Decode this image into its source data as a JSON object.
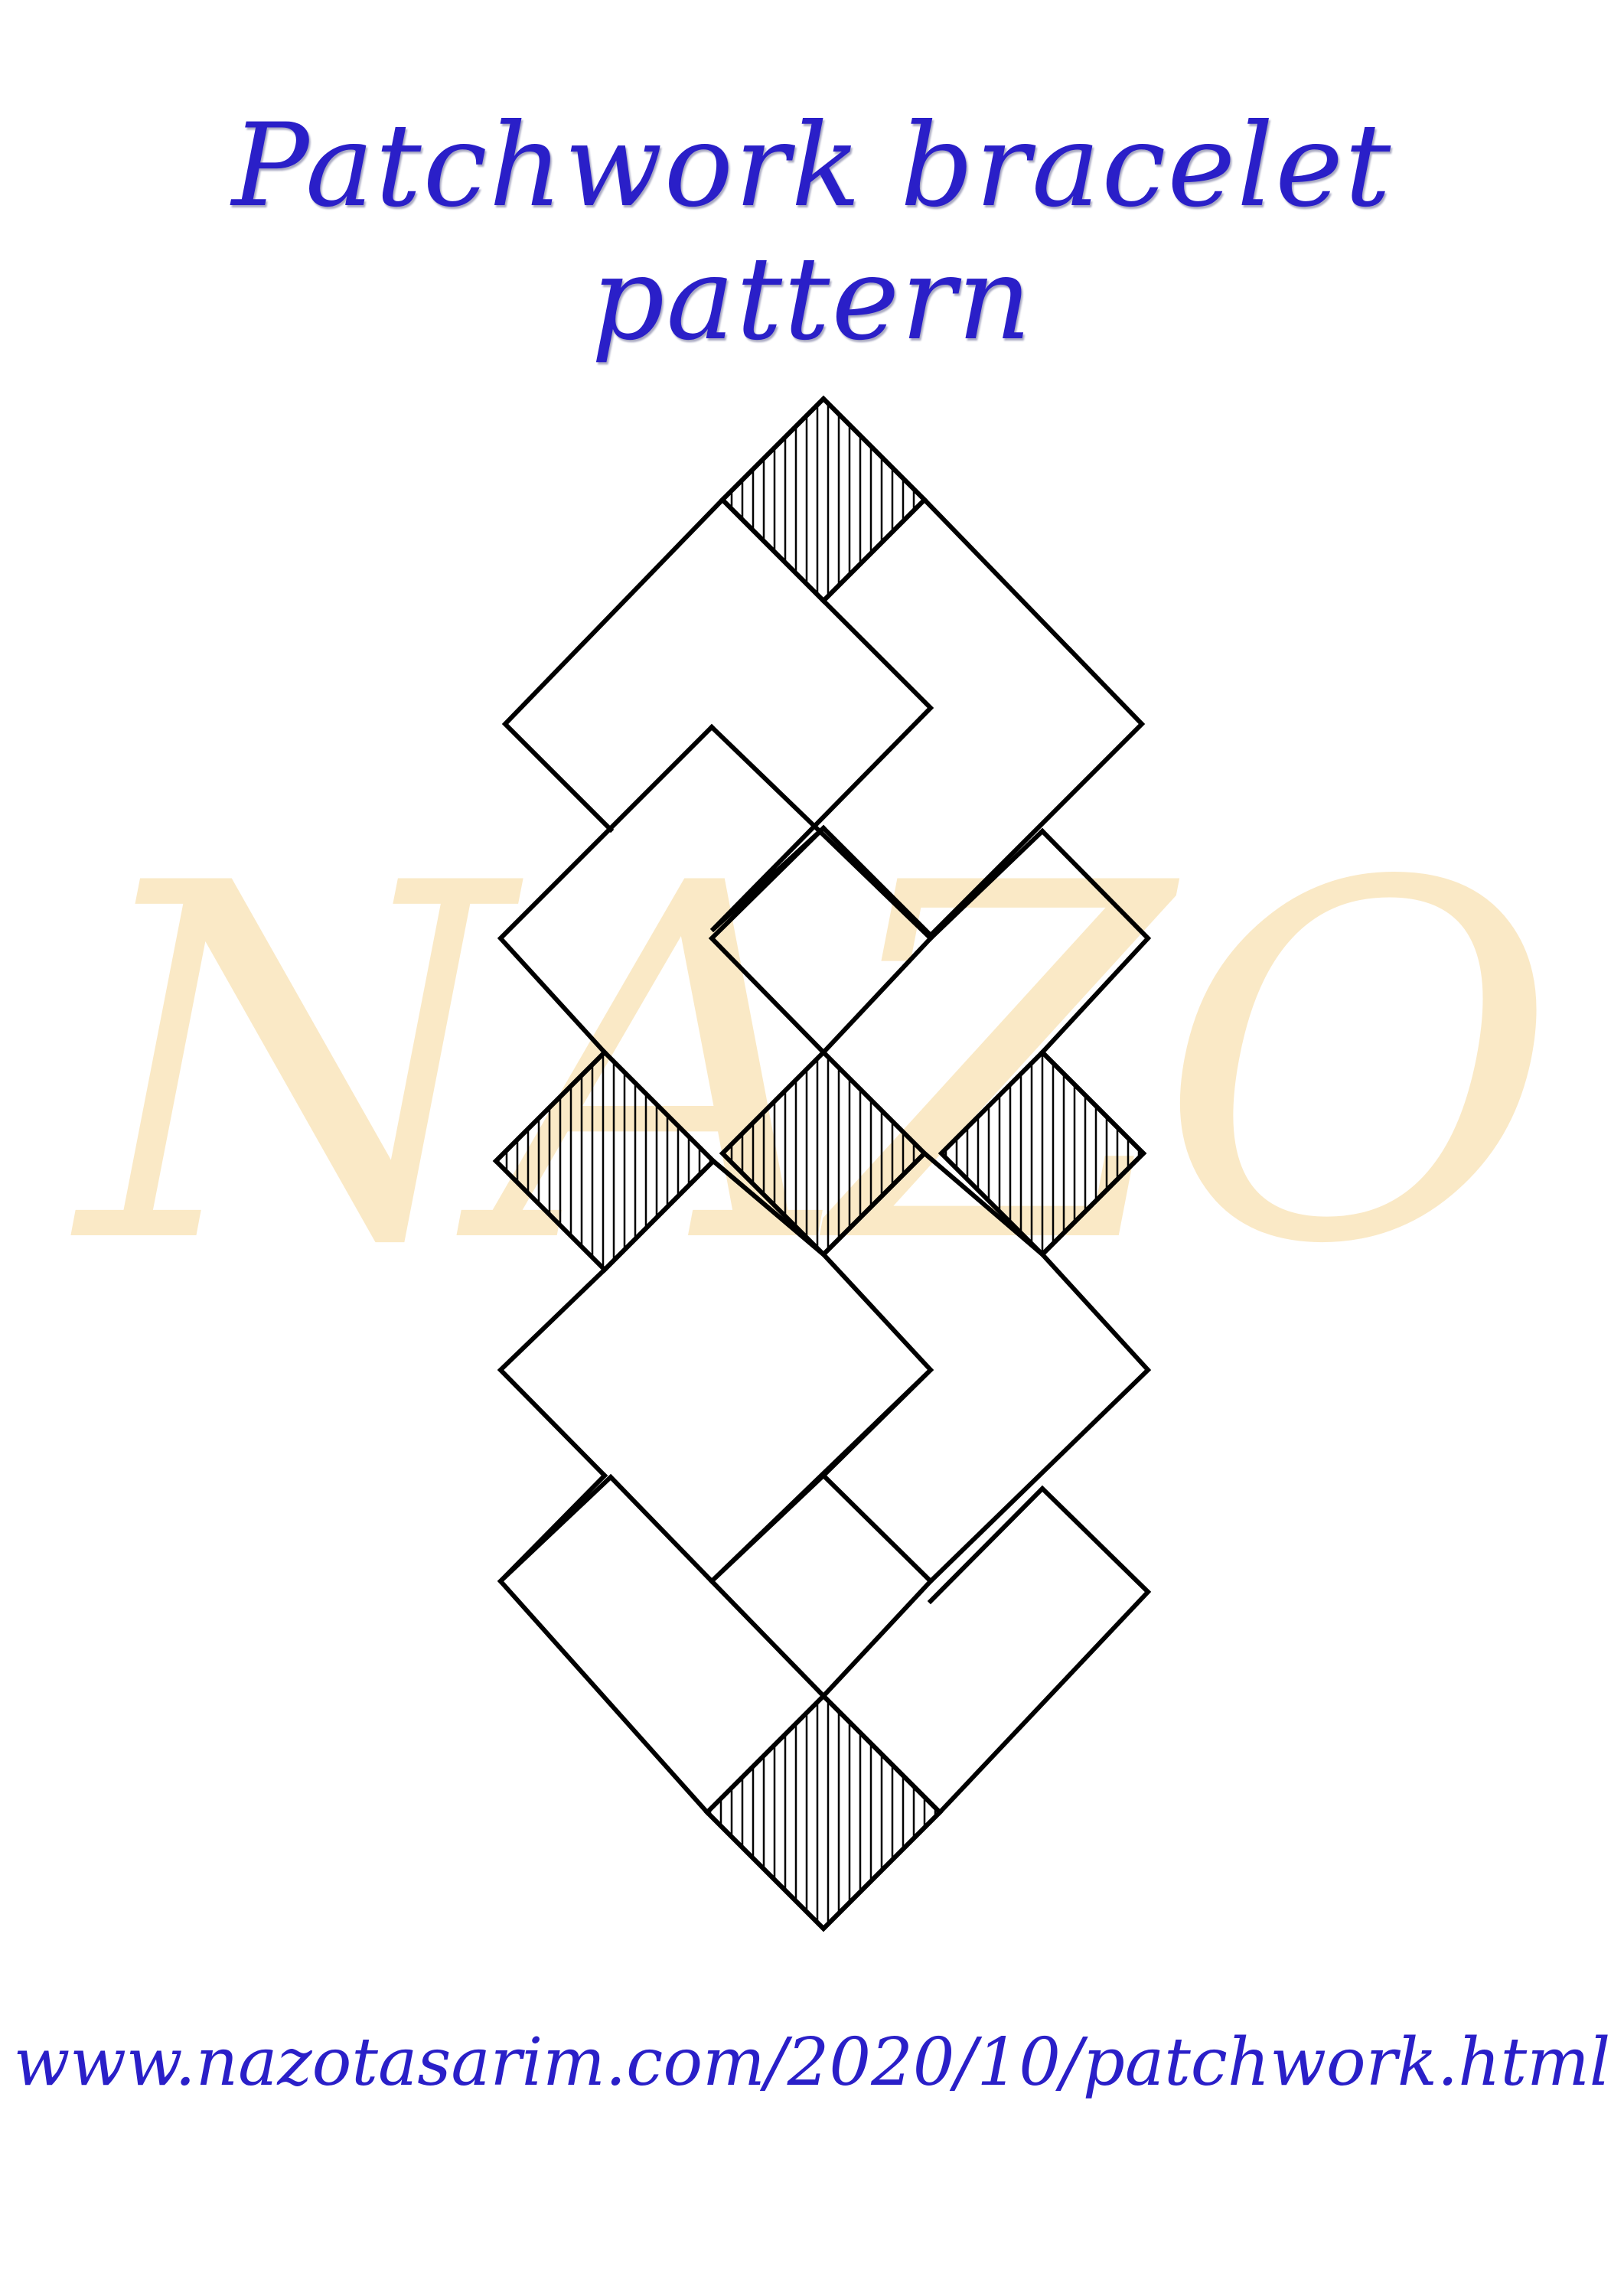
{
  "page": {
    "title": "Patchwork bracelet pattern",
    "url": "www.nazotasarim.com/2020/10/patchwork.html",
    "watermark": "NAZO"
  },
  "colors": {
    "title": "#2a1fc8",
    "watermark": "#f5cf82",
    "outline": "#000000",
    "background": "#ffffff"
  },
  "pattern": {
    "description_icon": "knot-diamond-pattern",
    "hatch_style": "vertical-lines"
  }
}
